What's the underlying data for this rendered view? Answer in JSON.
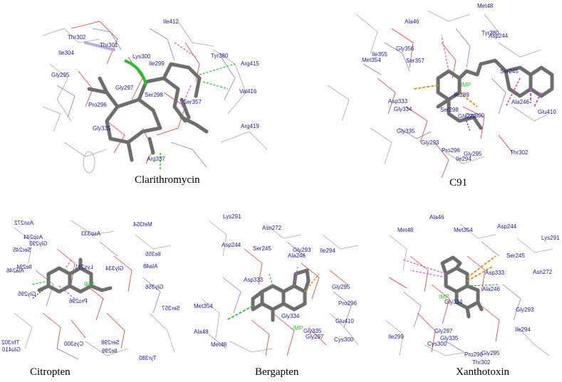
{
  "panels": [
    {
      "caption": "Clarithromycin",
      "residues": [
        "Thr302",
        "Thr301",
        "Ile304",
        "Lys300",
        "Ile412",
        "Tyr380",
        "Arg415",
        "Ile299",
        "Gly295",
        "Gly297",
        "Ser298",
        "Val416",
        "Ser357",
        "Pro296",
        "Gly335",
        "Arg419",
        "Arg337"
      ]
    },
    {
      "caption": "C91",
      "residues": [
        "Met48",
        "Ala46",
        "Tyr380",
        "Asp244",
        "Ile355",
        "Gly356",
        "Met354",
        "Ser357",
        "Ser245",
        "Ile289",
        "Asp333",
        "Gly334",
        "Ser298",
        "Gly272",
        "Cys300",
        "Ala246",
        "Glu410",
        "Gly335",
        "Gly293",
        "Pro296",
        "Gly295",
        "Ile294",
        "Thr302"
      ],
      "imp_labels": [
        "IMP"
      ]
    },
    {
      "caption": "Citropten",
      "residues": [
        "Asn272",
        "Asp244",
        "Gly293",
        "Ser245",
        "Asp333",
        "Met354",
        "Lys291",
        "Gly334",
        "Ile355",
        "Ala246",
        "Ile294",
        "Ala48",
        "Gly295",
        "Gly356",
        "Pro296",
        "Ser357",
        "Thr302",
        "Cys300",
        "Ser298",
        "Glu410",
        "Ile299",
        "Tyr380"
      ],
      "imp_labels": [
        "IMP"
      ]
    },
    {
      "caption": "Bergapten",
      "residues": [
        "Lys291",
        "Asn272",
        "Asp244",
        "Ser245",
        "Gly293",
        "Ala246",
        "Ile294",
        "Asp333",
        "Gly295",
        "Pro296",
        "Met354",
        "Gly334",
        "Glu410",
        "Gly335",
        "Ala48",
        "Gly297",
        "Cys300",
        "Met48"
      ],
      "imp_labels": [
        "IMP"
      ]
    },
    {
      "caption": "Xanthotoxin",
      "residues": [
        "Ala46",
        "Met48",
        "Met354",
        "Asp244",
        "Lys291",
        "Ser245",
        "Asp333",
        "Asn272",
        "Ala246",
        "Gly293",
        "Gly334",
        "Ile294",
        "Gly297",
        "Ile299",
        "Gly335",
        "Cys300",
        "Pro296",
        "Gly295",
        "Thr302"
      ],
      "imp_labels": [
        "IMP"
      ]
    }
  ],
  "colors": {
    "residue_label": "#1c1c8c",
    "ligand_stick": "#6e6e6e",
    "hbond": "#2cbe2c",
    "pi_alkyl": "#c858d8",
    "pi_anion": "#e08a1e",
    "wire_red": "#e23a3a",
    "wire_blue": "#7b82c9",
    "wire_gray": "#a8a8a8"
  }
}
